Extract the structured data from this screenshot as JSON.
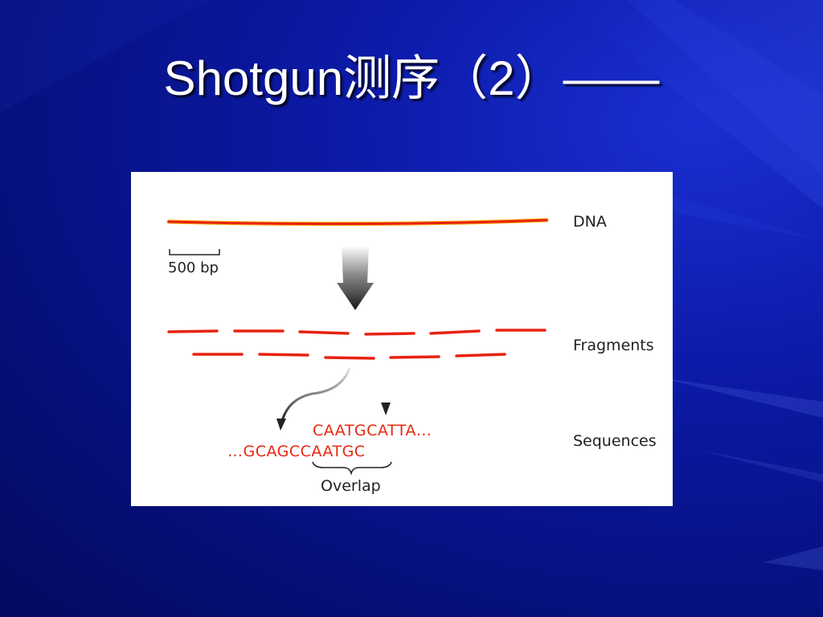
{
  "slide": {
    "title": "Shotgun测序（2）——"
  },
  "figure": {
    "labels": {
      "dna": "DNA",
      "fragments": "Fragments",
      "sequences": "Sequences",
      "overlap": "Overlap",
      "scale_bar": "500 bp"
    },
    "sequences": {
      "upper": "CAATGCATTA…",
      "lower": "…GCAGCCAATGC"
    },
    "colors": {
      "strand": "#e8220f",
      "strand_highlight": "#f5b01a",
      "sequence_text": "#e8280f",
      "background": "#06107e",
      "panel": "#ffffff"
    }
  }
}
